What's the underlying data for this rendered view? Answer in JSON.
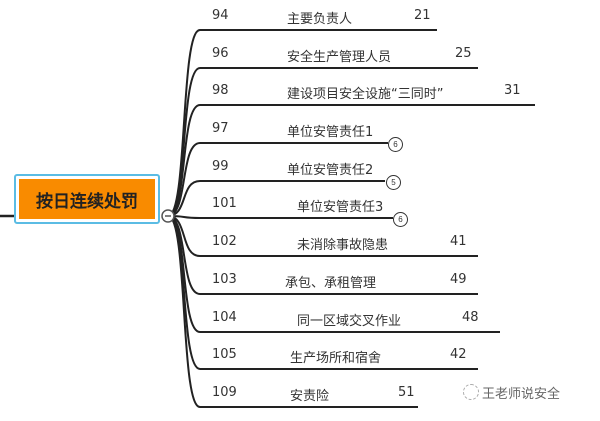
{
  "root": {
    "label": "按日连续处罚"
  },
  "branches": [
    {
      "number": "94",
      "label": "主要负责人",
      "value": "21"
    },
    {
      "number": "96",
      "label": "安全生产管理人员",
      "value": "25"
    },
    {
      "number": "98",
      "label": "建设项目安全设施“三同时”",
      "value": "31"
    },
    {
      "number": "97",
      "label": "单位安管责任1",
      "badge": "6"
    },
    {
      "number": "99",
      "label": "单位安管责任2",
      "badge": "5"
    },
    {
      "number": "101",
      "label": "单位安管责任3",
      "badge": "6"
    },
    {
      "number": "102",
      "label": "未消除事故隐患",
      "value": "41"
    },
    {
      "number": "103",
      "label": "承包、承租管理",
      "value": "49"
    },
    {
      "number": "104",
      "label": "同一区域交叉作业",
      "value": "48"
    },
    {
      "number": "105",
      "label": "生产场所和宿舍",
      "value": "42"
    },
    {
      "number": "109",
      "label": "安责险",
      "value": "51"
    }
  ],
  "watermark": {
    "text": "王老师说安全"
  }
}
